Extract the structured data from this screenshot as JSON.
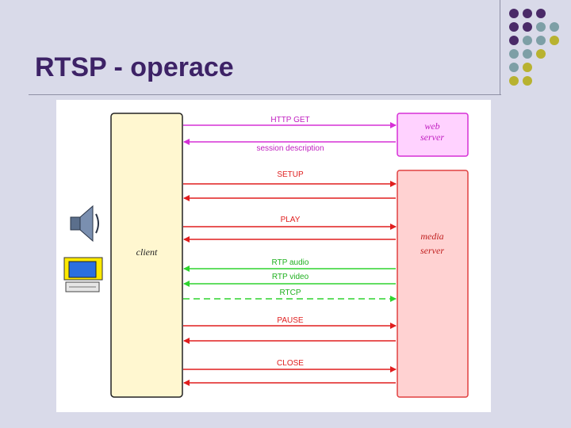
{
  "slide": {
    "title": "RTSP - operace"
  },
  "colors": {
    "background": "#d9dae9",
    "title": "#3d2266",
    "dot_purple": "#4a2a68",
    "dot_teal": "#7d9fa6",
    "dot_olive": "#b8b230",
    "http": "#d630d6",
    "rtsp": "#e01e1e",
    "rtp": "#2fd42f",
    "client_fill": "#fff7d0",
    "web_fill": "#ffd2ff",
    "media_fill": "#ffd2d2"
  },
  "diagram": {
    "boxes": {
      "client": "client",
      "web_server_line1": "web",
      "web_server_line2": "server",
      "media_server_line1": "media",
      "media_server_line2": "server"
    },
    "messages": {
      "http_get": "HTTP GET",
      "session_description": "session description",
      "setup": "SETUP",
      "play": "PLAY",
      "rtp_audio": "RTP audio",
      "rtp_video": "RTP video",
      "rtcp": "RTCP",
      "pause": "PAUSE",
      "close": "CLOSE"
    },
    "icons": [
      "speaker-icon",
      "computer-monitor-icon"
    ]
  }
}
